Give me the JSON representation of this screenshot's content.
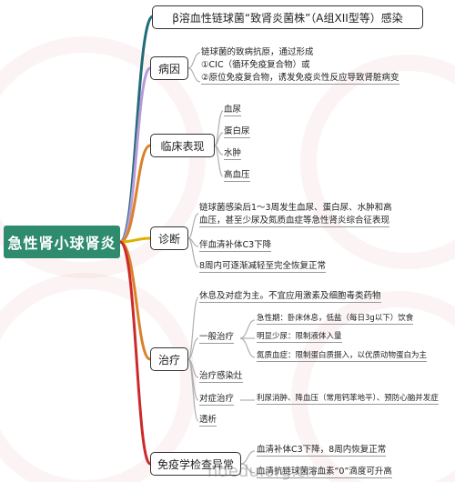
{
  "root": "急性肾小球肾炎",
  "top": "β溶血性链球菌“致肾炎菌株”（A组XII型等）感染",
  "cause": {
    "label": "病因",
    "lines": [
      "链球菌的致病抗原，通过形成",
      "①CIC（循环免疫复合物）或",
      "②原位免疫复合物，诱发免疫炎性反应导致肾脏病变"
    ]
  },
  "clinical": {
    "label": "临床表现",
    "items": [
      "血尿",
      "蛋白尿",
      "水肿",
      "高血压"
    ]
  },
  "diagnosis": {
    "label": "诊断",
    "lines": [
      "链球菌感染后1～3周发生血尿、蛋白尿、水肿和高",
      "血压，甚至少尿及氮质血症等急性肾炎综合征表现",
      "伴血清补体C3下降",
      "8周内可逐渐减轻至完全恢复正常"
    ]
  },
  "treatment": {
    "label": "治疗",
    "principle": "休息及对症为主。不宜应用激素及细胞毒类药物",
    "general": {
      "label": "一般治疗",
      "items": [
        "急性期：卧床休息，低盐（每日3g以下）饮食",
        "明显少尿：限制液体入量",
        "氮质血症：限制蛋白质摄入，以优质动物蛋白为主"
      ]
    },
    "infection": "治疗感染灶",
    "symptomatic": {
      "label": "对症治疗",
      "text": "利尿消肿、降血压（常用钙苯地平）、预防心脑并发症"
    },
    "dialysis": "透析"
  },
  "immune": {
    "label": "免疫学检查异常",
    "items": [
      "血清补体C3下降，8周内恢复正常",
      "血清抗链球菌溶血素“0”滴度可升高"
    ]
  },
  "watermark": "hdedu.org.cn",
  "colors": {
    "top": "#1f6b78",
    "cause": "#b89ad8",
    "clinical": "#d9822b",
    "diagnosis": "#e0b000",
    "treatment": "#d9822b",
    "immune": "#cc2a2a"
  }
}
